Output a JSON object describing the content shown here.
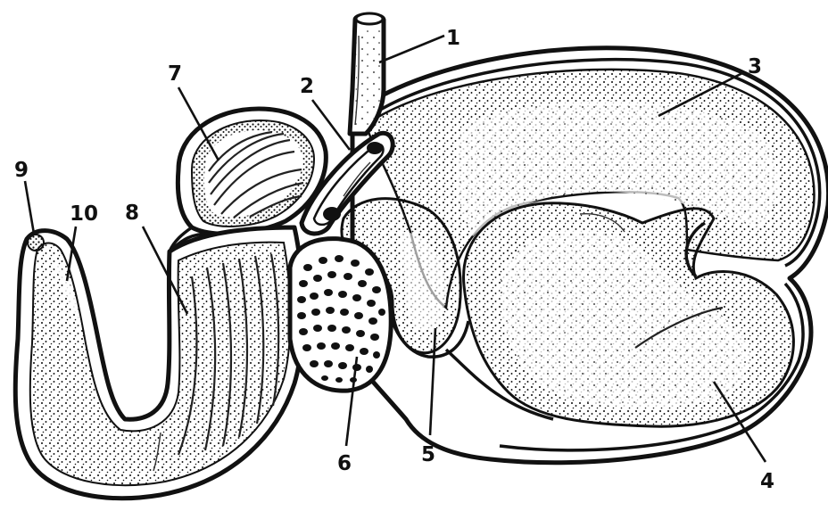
{
  "diagram": {
    "labels": [
      {
        "id": "1",
        "text": "1"
      },
      {
        "id": "2",
        "text": "2"
      },
      {
        "id": "3",
        "text": "3"
      },
      {
        "id": "4",
        "text": "4"
      },
      {
        "id": "5",
        "text": "5"
      },
      {
        "id": "6",
        "text": "6"
      },
      {
        "id": "7",
        "text": "7"
      },
      {
        "id": "8",
        "text": "8"
      },
      {
        "id": "9",
        "text": "9"
      },
      {
        "id": "10",
        "text": "10"
      }
    ]
  },
  "colors": {
    "ink": "#111111",
    "background": "#ffffff"
  }
}
